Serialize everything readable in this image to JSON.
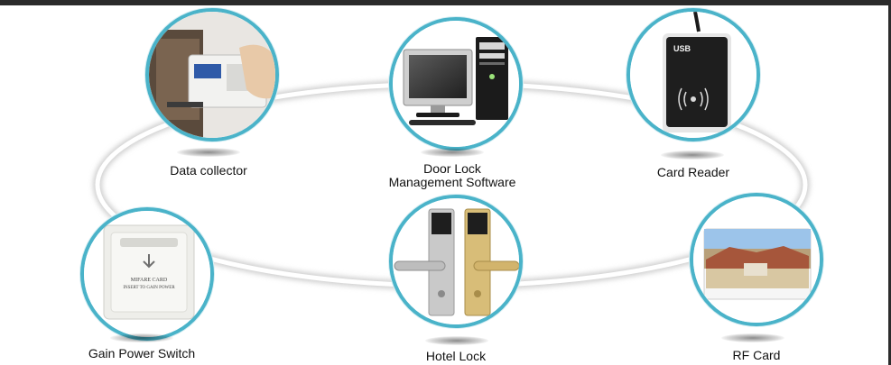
{
  "diagram": {
    "nodes": [
      {
        "id": "data-collector",
        "label": "Data collector",
        "icon": "data-collector-icon"
      },
      {
        "id": "door-lock-software",
        "label_line1": "Door Lock",
        "label_line2": "Management Software",
        "icon": "computer-icon"
      },
      {
        "id": "card-reader",
        "label": "Card Reader",
        "icon": "card-reader-icon",
        "device_text": "USB"
      },
      {
        "id": "gain-power-switch",
        "label": "Gain Power Switch",
        "icon": "power-switch-icon",
        "device_text_line1": "MIFARE CARD",
        "device_text_line2": "INSERT TO GAIN POWER"
      },
      {
        "id": "hotel-lock",
        "label": "Hotel Lock",
        "icon": "door-lock-icon"
      },
      {
        "id": "rf-card",
        "label": "RF Card",
        "icon": "rf-card-icon"
      }
    ],
    "accent_color": "#4ab3c9"
  }
}
